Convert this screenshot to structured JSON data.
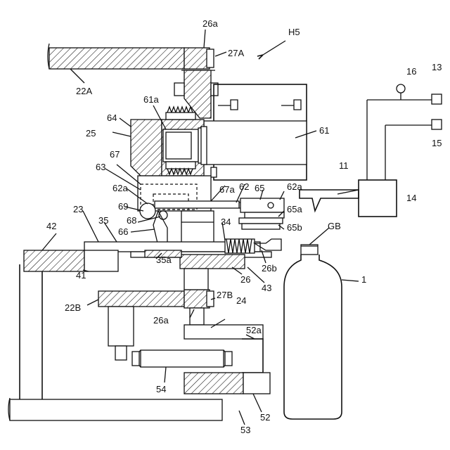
{
  "figure_ref": "H5",
  "labels": {
    "l_26a_top": "26a",
    "l_27A": "27A",
    "l_H5": "H5",
    "l_22A": "22A",
    "l_61a": "61a",
    "l_64": "64",
    "l_25": "25",
    "l_61": "61",
    "l_16": "16",
    "l_13": "13",
    "l_15": "15",
    "l_14": "14",
    "l_11": "11",
    "l_67": "67",
    "l_63": "63",
    "l_62a_left": "62a",
    "l_67a": "67a",
    "l_62": "62",
    "l_65": "65",
    "l_62a_right": "62a",
    "l_65a": "65a",
    "l_65b": "65b",
    "l_GB": "GB",
    "l_23": "23",
    "l_69": "69",
    "l_42": "42",
    "l_35": "35",
    "l_68": "68",
    "l_66": "66",
    "l_34": "34",
    "l_1": "1",
    "l_35a": "35a",
    "l_26b": "26b",
    "l_41": "41",
    "l_26": "26",
    "l_43": "43",
    "l_22B": "22B",
    "l_27B": "27B",
    "l_24": "24",
    "l_26a_bottom": "26a",
    "l_52a": "52a",
    "l_54": "54",
    "l_52": "52",
    "l_53": "53"
  }
}
